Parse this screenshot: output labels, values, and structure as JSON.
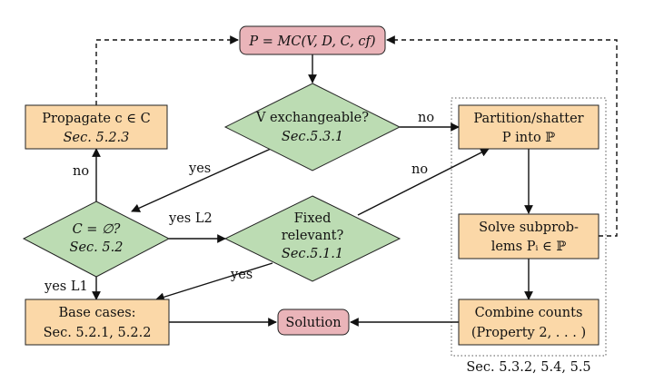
{
  "nodes": {
    "top": {
      "text": "P = MC(V, D, C, cf)"
    },
    "propagate": {
      "line1": "Propagate c ∈ C",
      "line2": "Sec. 5.2.3"
    },
    "exchangeable": {
      "line1": "V exchangeable?",
      "line2": "Sec.5.3.1"
    },
    "partition": {
      "line1": "Partition/shatter",
      "line2": "P into ℙ"
    },
    "empty": {
      "line1": "C = ∅?",
      "line2": "Sec. 5.2"
    },
    "fixed": {
      "line1": "Fixed",
      "line2": "relevant?",
      "line3": "Sec.5.1.1"
    },
    "solve": {
      "line1": "Solve subprob-",
      "line2": "lems Pᵢ ∈ ℙ"
    },
    "base": {
      "line1": "Base cases:",
      "line2": "Sec. 5.2.1, 5.2.2"
    },
    "solution": {
      "text": "Solution"
    },
    "combine": {
      "line1": "Combine counts",
      "line2": "(Property 2, . . . )"
    }
  },
  "edge_labels": {
    "exch_no": "no",
    "exch_yes": "yes",
    "empty_no": "no",
    "empty_yes_l2": "yes L2",
    "empty_yes_l1": "yes L1",
    "fixed_no": "no",
    "fixed_yes": "yes"
  },
  "group_caption": "Sec. 5.3.2, 5.4, 5.5",
  "colors": {
    "rect": "#fbd8a8",
    "pink": "#eab4b9",
    "diamond": "#bcdcb3"
  }
}
